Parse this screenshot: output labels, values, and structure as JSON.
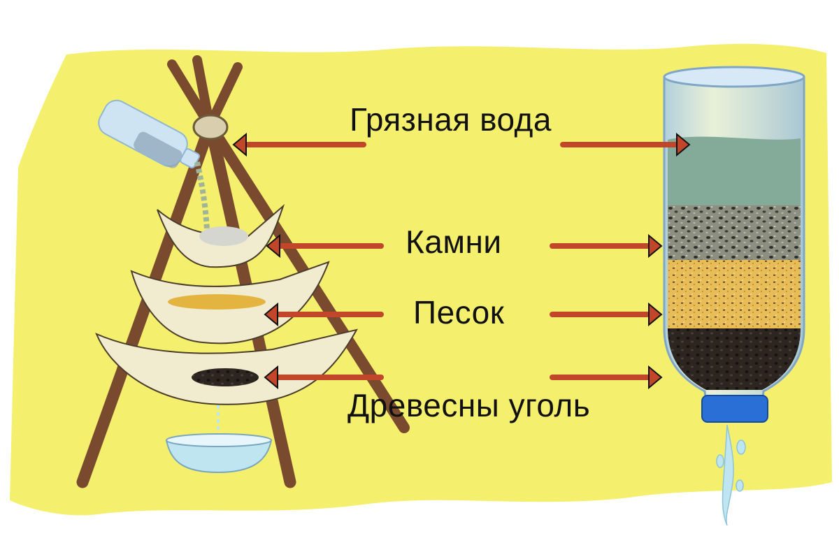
{
  "labels": {
    "dirty_water": "Грязная вода",
    "stones": "Камни",
    "sand": "Песок",
    "charcoal": "Древесны уголь"
  },
  "colors": {
    "background_paint": "#f5ef6e",
    "arrow": "#c2472a",
    "stick": "#7a4a2f",
    "cloth": "#f1ebcf",
    "dirty_water_layer": "#84aa9a",
    "stones_layer": "#8d9081",
    "sand_layer": "#e8bd58",
    "charcoal_layer": "#2d2520",
    "bottle_cap": "#2a6fd6",
    "clean_water": "#bfe6f0"
  }
}
